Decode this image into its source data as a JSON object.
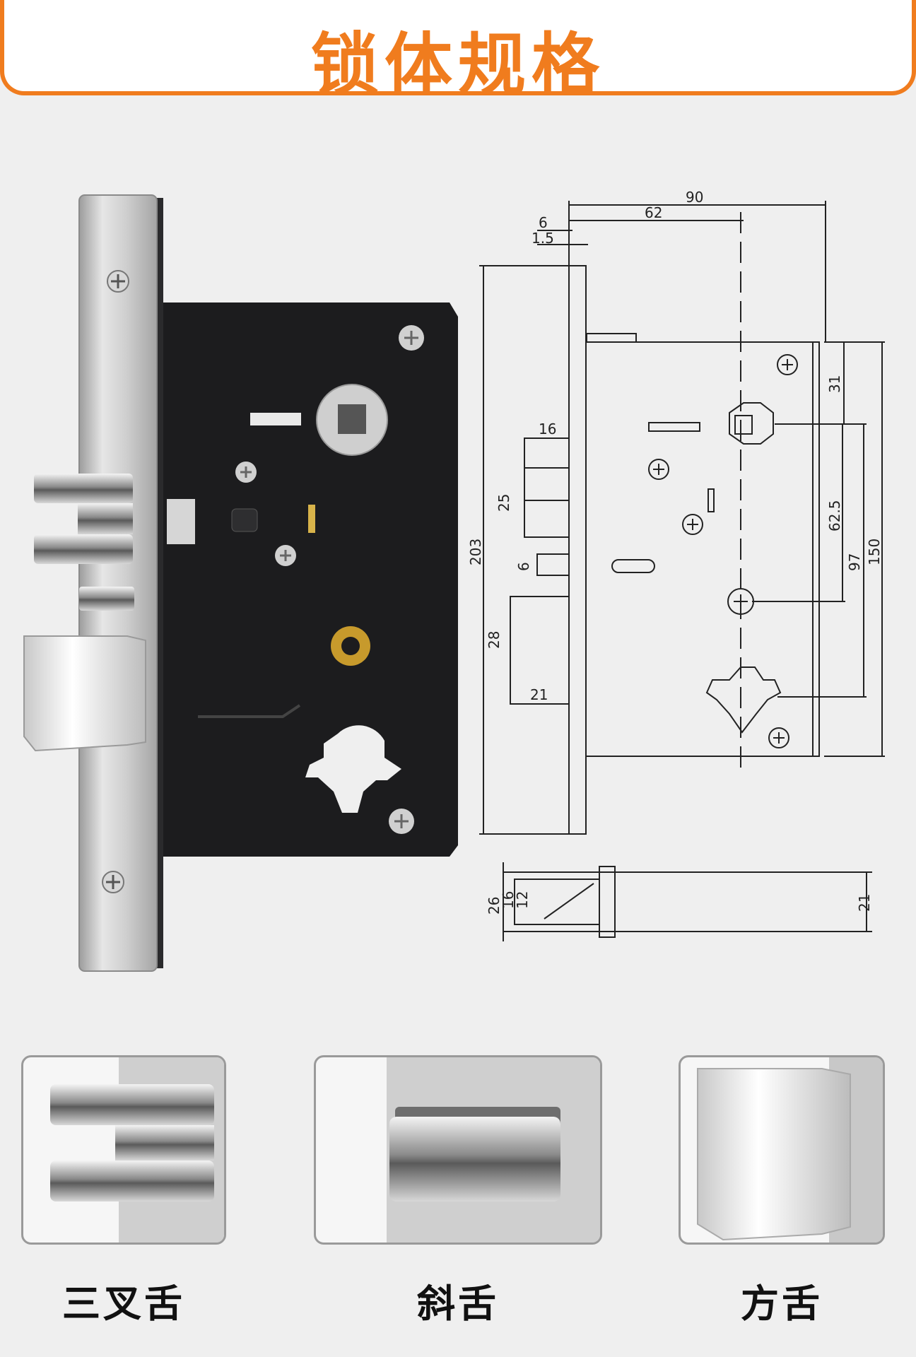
{
  "title": "锁体规格",
  "colors": {
    "accent": "#f07c1e",
    "background": "#efefef",
    "faceplate": "#c9c9c9",
    "body": "#1c1c1e"
  },
  "drawing": {
    "top_dims": {
      "d90": "90",
      "d62": "62",
      "d6": "6",
      "d1_5": "1.5"
    },
    "left_dims": {
      "d203": "203",
      "d16": "16",
      "d25": "25",
      "d6b": "6",
      "d28": "28",
      "d21": "21"
    },
    "right_dims": {
      "d31": "31",
      "d62_5": "62.5",
      "d97": "97",
      "d150": "150"
    },
    "bottom_dims": {
      "d26": "26",
      "d16b": "16",
      "d12": "12",
      "d21b": "21"
    }
  },
  "latches": [
    {
      "caption": "三叉舌"
    },
    {
      "caption": "斜舌"
    },
    {
      "caption": "方舌"
    }
  ]
}
